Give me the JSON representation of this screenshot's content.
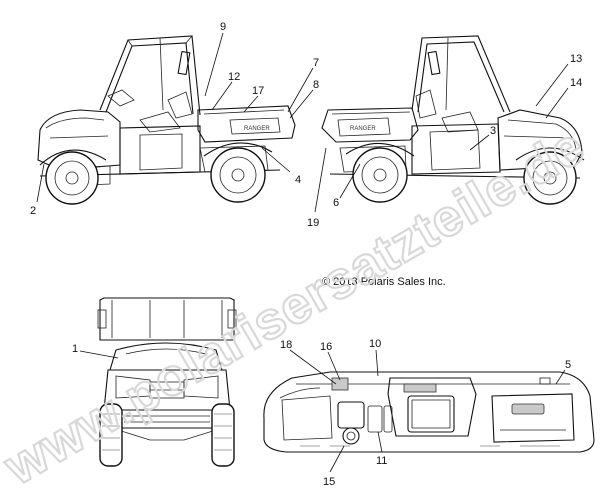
{
  "copyright": "© 2013 Polaris Sales Inc.",
  "watermark": "www.polarisersatzteile.de",
  "callouts": {
    "c1": "1",
    "c2": "2",
    "c3": "3",
    "c4": "4",
    "c5": "5",
    "c6": "6",
    "c7": "7",
    "c8": "8",
    "c9": "9",
    "c10": "10",
    "c11": "11",
    "c12": "12",
    "c13": "13",
    "c14": "14",
    "c15": "15",
    "c16": "16",
    "c17": "17",
    "c18": "18",
    "c19": "19"
  }
}
